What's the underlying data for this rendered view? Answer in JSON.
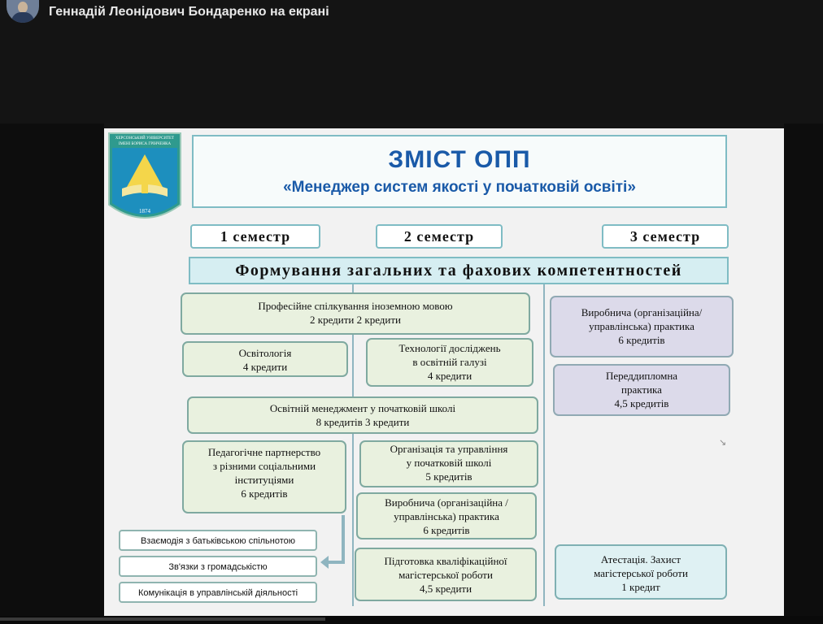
{
  "presenter_label": "Геннадій Леонідович Бондаренко на екрані",
  "slide": {
    "title": "ЗМІСТ ОПП",
    "subtitle": "«Менеджер систем якості у початковій освіті»",
    "logo": {
      "top_text": [
        "ХЕРСОНСЬКИЙ УНІВЕРСИТЕТ",
        "ІМЕНІ БОРИСА ГРІНЧЕНКА"
      ],
      "year": "1874"
    },
    "semesters": [
      "1 семестр",
      "2 семестр",
      "3 семестр"
    ],
    "banner": "Формування загальних та фахових компетентностей",
    "blocks": {
      "prof": [
        "Професійне спілкування іноземною мовою",
        "2 кредити               2 кредити"
      ],
      "osvit": [
        "Освітологія",
        "4 кредити"
      ],
      "tech": [
        "Технології досліджень",
        "в освітній галузі",
        "4 кредити"
      ],
      "mgmt": [
        "Освітній менеджмент у початковій школі",
        "8 кредитів                     3 кредити"
      ],
      "ped": [
        "Педагогічне партнерство",
        "з різними соціальними",
        "інституціями",
        "6 кредитів"
      ],
      "org": [
        "Організація та управління",
        "у початковій школі",
        "5 кредитів"
      ],
      "prac2": [
        "Виробнича (організаційна /",
        "управлінська) практика",
        "6 кредитів"
      ],
      "thesis": [
        "Підготовка кваліфікаційної",
        "магістерської роботи",
        "4,5 кредити"
      ],
      "prac3": [
        "Виробнича (організаційна/",
        "управлінська) практика",
        "6 кредитів"
      ],
      "predip": [
        "Переддипломна",
        "практика",
        "4,5 кредитів"
      ],
      "attest": [
        "Атестація. Захист",
        "магістерської роботи",
        "1 кредит"
      ]
    },
    "side_items": [
      "Взаємодія з батьківською спільнотою",
      "Зв'язки з громадськістю",
      "Комунікація в управлінській діяльності"
    ]
  }
}
